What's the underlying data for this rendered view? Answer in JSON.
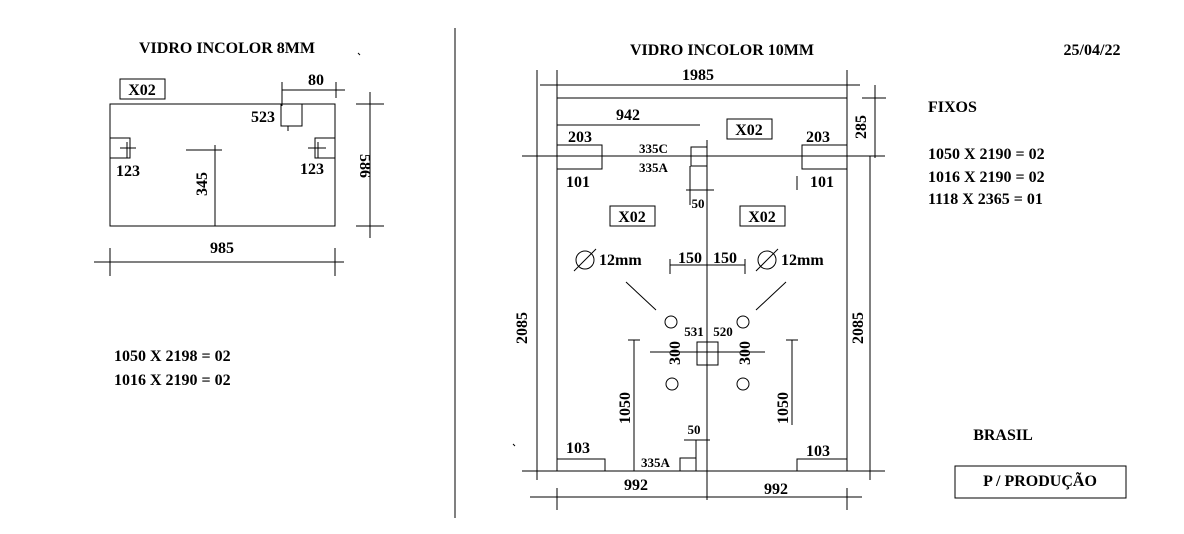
{
  "date": "25/04/22",
  "left_panel": {
    "title": "VIDRO INCOLOR 8MM",
    "tag": "X02",
    "dim_top_notch": "80",
    "dim_notch_pos": "523",
    "dim_left_hole": "123",
    "dim_right_hole": "123",
    "dim_mid_height": "345",
    "dim_height": "586",
    "dim_width": "985",
    "list": [
      "1050 X 2198 = 02",
      "1016 X 2190 = 02"
    ]
  },
  "right_panel": {
    "title": "VIDRO INCOLOR 10MM",
    "dim_total_width": "1985",
    "dim_top_rail": "942",
    "tag_top": "X02",
    "dim_top_fixed": "285",
    "dim_left_top_box": "203",
    "dim_right_top_box": "203",
    "dim_left_top_sub": "101",
    "dim_right_top_sub": "101",
    "label_335c": "335C",
    "label_335a_top": "335A",
    "dim_50_top": "50",
    "tag_left_door": "X02",
    "tag_right_door": "X02",
    "hole_left": "12mm",
    "hole_right": "12mm",
    "dim_150_left": "150",
    "dim_150_right": "150",
    "dim_531": "531",
    "dim_520": "520",
    "dim_300_left": "300",
    "dim_300_right": "300",
    "dim_height_left": "2085",
    "dim_height_right": "2085",
    "dim_1050_left": "1050",
    "dim_1050_right": "1050",
    "dim_103_left": "103",
    "dim_103_right": "103",
    "dim_50_bottom": "50",
    "label_335a_bottom": "335A",
    "dim_992_left": "992",
    "dim_992_right": "992"
  },
  "fixos": {
    "title": "FIXOS",
    "list": [
      "1050 X 2190 = 02",
      "1016 X 2190 = 02",
      "1118 X 2365 = 01"
    ]
  },
  "brasil": "BRASIL",
  "production": "P / PRODUÇÃO"
}
